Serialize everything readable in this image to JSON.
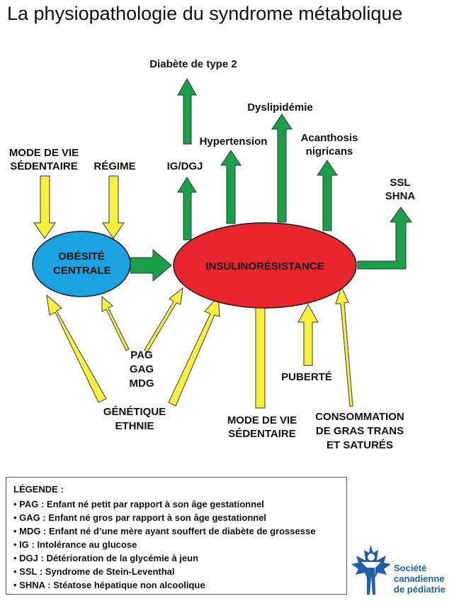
{
  "title": "La physiopathologie du syndrome métabolique",
  "nodes": {
    "obesite_line1": "OBÉSITÉ",
    "obesite_line2": "CENTRALE",
    "insulino": "INSULINORÉSISTANCE"
  },
  "labels": {
    "mode_vie_top_1": "MODE DE VIE",
    "mode_vie_top_2": "SÉDENTAIRE",
    "regime": "RÉGIME",
    "ig_dgj": "IG/DGJ",
    "diabete": "Diabète de type 2",
    "hypertension": "Hypertension",
    "dyslipidemie": "Dyslipidémie",
    "acanthosis_1": "Acanthosis",
    "acanthosis_2": "nigricans",
    "ssl": "SSL",
    "shna": "SHNA",
    "pag": "PAG",
    "gag": "GAG",
    "mdg": "MDG",
    "genetique": "GÉNÉTIQUE",
    "ethnie": "ETHNIE",
    "mode_vie_bot_1": "MODE DE VIE",
    "mode_vie_bot_2": "SÉDENTAIRE",
    "puberte": "PUBERTÉ",
    "conso_1": "CONSOMMATION",
    "conso_2": "DE GRAS TRANS",
    "conso_3": "ET SATURÉS"
  },
  "legend": {
    "heading": "LÉGENDE :",
    "items": [
      "• PAG : Enfant né petit par rapport à son âge gestationnel",
      "• GAG : Enfant né gros par rapport à son âge gestationnel",
      "• MDG : Enfant né d’une mère ayant souffert de diabète de grossesse",
      "• IG : Intolérance au glucose",
      "• DGJ : Détérioration de la glycémie à jeun",
      "• SSL : Syndrome de Stein-Leventhal",
      "• SHNA : Stéatose hépatique non alcoolique"
    ]
  },
  "logo": {
    "line1": "Société",
    "line2": "canadienne",
    "line3": "de pédiatrie"
  },
  "colors": {
    "yellow_arrow": "#f6f23a",
    "green_arrow": "#1aa04a",
    "obesite_fill": "#1aa3e0",
    "insulino_fill": "#e8252c",
    "logo_blue": "#1f5fa6"
  }
}
